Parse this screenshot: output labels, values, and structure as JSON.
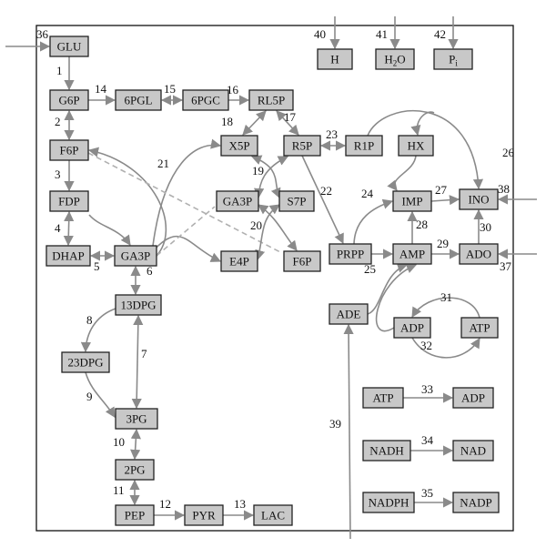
{
  "nodes": [
    {
      "id": "GLU",
      "label": "GLU"
    },
    {
      "id": "G6P",
      "label": "G6P"
    },
    {
      "id": "6PGL",
      "label": "6PGL"
    },
    {
      "id": "6PGC",
      "label": "6PGC"
    },
    {
      "id": "RL5P",
      "label": "RL5P"
    },
    {
      "id": "F6P",
      "label": "F6P"
    },
    {
      "id": "X5P",
      "label": "X5P"
    },
    {
      "id": "R5P",
      "label": "R5P"
    },
    {
      "id": "R1P",
      "label": "R1P"
    },
    {
      "id": "HX",
      "label": "HX"
    },
    {
      "id": "FDP",
      "label": "FDP"
    },
    {
      "id": "GA3P_b",
      "label": "GA3P"
    },
    {
      "id": "S7P",
      "label": "S7P"
    },
    {
      "id": "IMP",
      "label": "IMP"
    },
    {
      "id": "INO",
      "label": "INO"
    },
    {
      "id": "DHAP",
      "label": "DHAP"
    },
    {
      "id": "GA3P",
      "label": "GA3P"
    },
    {
      "id": "E4P",
      "label": "E4P"
    },
    {
      "id": "F6P_b",
      "label": "F6P"
    },
    {
      "id": "PRPP",
      "label": "PRPP"
    },
    {
      "id": "AMP",
      "label": "AMP"
    },
    {
      "id": "ADO",
      "label": "ADO"
    },
    {
      "id": "13DPG",
      "label": "13DPG"
    },
    {
      "id": "ADE",
      "label": "ADE"
    },
    {
      "id": "ADP",
      "label": "ADP"
    },
    {
      "id": "ATP",
      "label": "ATP"
    },
    {
      "id": "23DPG",
      "label": "23DPG"
    },
    {
      "id": "3PG",
      "label": "3PG"
    },
    {
      "id": "2PG",
      "label": "2PG"
    },
    {
      "id": "PEP",
      "label": "PEP"
    },
    {
      "id": "PYR",
      "label": "PYR"
    },
    {
      "id": "LAC",
      "label": "LAC"
    },
    {
      "id": "H",
      "label": "H"
    },
    {
      "id": "H2O",
      "label": "H",
      "sub": "2",
      "suffix": "O"
    },
    {
      "id": "Pi",
      "label": "P",
      "sub": "i",
      "suffix": ""
    },
    {
      "id": "ATP2",
      "label": "ATP"
    },
    {
      "id": "ADP2",
      "label": "ADP"
    },
    {
      "id": "NADH",
      "label": "NADH"
    },
    {
      "id": "NAD",
      "label": "NAD"
    },
    {
      "id": "NADPH",
      "label": "NADPH"
    },
    {
      "id": "NADP",
      "label": "NADP"
    }
  ],
  "reactions": [
    {
      "n": "1"
    },
    {
      "n": "2"
    },
    {
      "n": "3"
    },
    {
      "n": "4"
    },
    {
      "n": "5"
    },
    {
      "n": "6"
    },
    {
      "n": "7"
    },
    {
      "n": "8"
    },
    {
      "n": "9"
    },
    {
      "n": "10"
    },
    {
      "n": "11"
    },
    {
      "n": "12"
    },
    {
      "n": "13"
    },
    {
      "n": "14"
    },
    {
      "n": "15"
    },
    {
      "n": "16"
    },
    {
      "n": "17"
    },
    {
      "n": "18"
    },
    {
      "n": "19"
    },
    {
      "n": "20"
    },
    {
      "n": "21"
    },
    {
      "n": "22"
    },
    {
      "n": "23"
    },
    {
      "n": "24"
    },
    {
      "n": "25"
    },
    {
      "n": "26"
    },
    {
      "n": "27"
    },
    {
      "n": "28"
    },
    {
      "n": "29"
    },
    {
      "n": "30"
    },
    {
      "n": "31"
    },
    {
      "n": "32"
    },
    {
      "n": "33"
    },
    {
      "n": "34"
    },
    {
      "n": "35"
    },
    {
      "n": "36"
    },
    {
      "n": "37"
    },
    {
      "n": "38"
    },
    {
      "n": "39"
    },
    {
      "n": "40"
    },
    {
      "n": "41"
    },
    {
      "n": "42"
    }
  ],
  "colors": {
    "node_fill": "#c8c8c8",
    "edge": "#8a8a8a",
    "dashed_edge": "#b0b0b0",
    "border": "#111111"
  }
}
